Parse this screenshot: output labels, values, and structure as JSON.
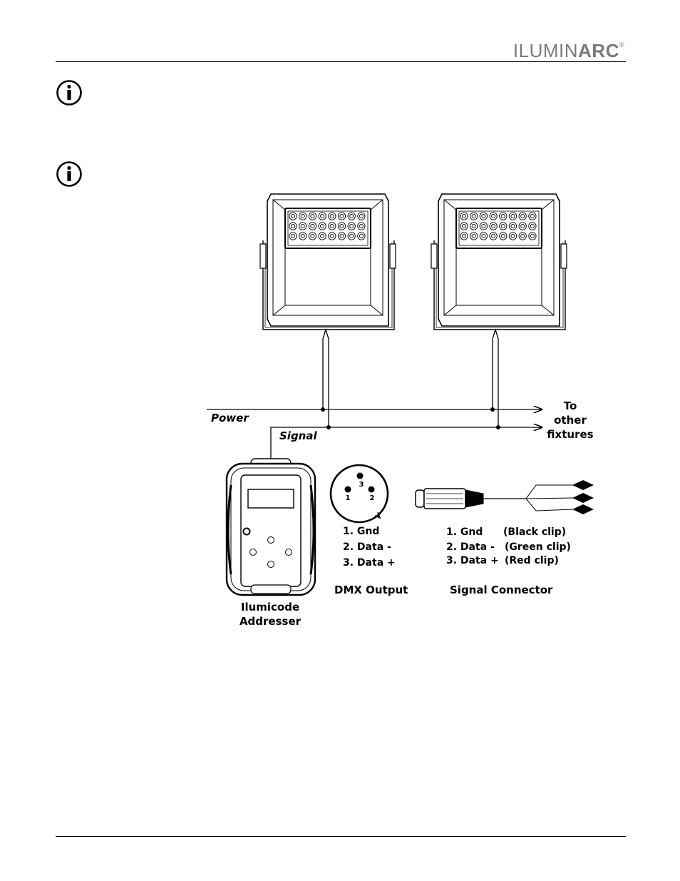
{
  "header": {
    "logo_light": "ILUMIN",
    "logo_bold": "ARC",
    "logo_mark": "®"
  },
  "icons": [
    "info-icon",
    "info-icon"
  ],
  "diagram": {
    "power_label": "Power",
    "signal_label": "Signal",
    "destination_lines": [
      "To",
      "other",
      "fixtures"
    ],
    "dmx_output": {
      "pins": [
        "3",
        "1",
        "2"
      ],
      "list": [
        "1. Gnd",
        "2. Data -",
        "3. Data +"
      ],
      "caption": "DMX Output"
    },
    "signal_connector": {
      "pins": [
        "1. Gnd",
        "2. Data -",
        "3. Data +"
      ],
      "clips": [
        "(Black clip)",
        "(Green clip)",
        "(Red clip)"
      ],
      "caption": "Signal Connector"
    },
    "addresser_caption": [
      "Ilumicode",
      "Addresser"
    ]
  }
}
